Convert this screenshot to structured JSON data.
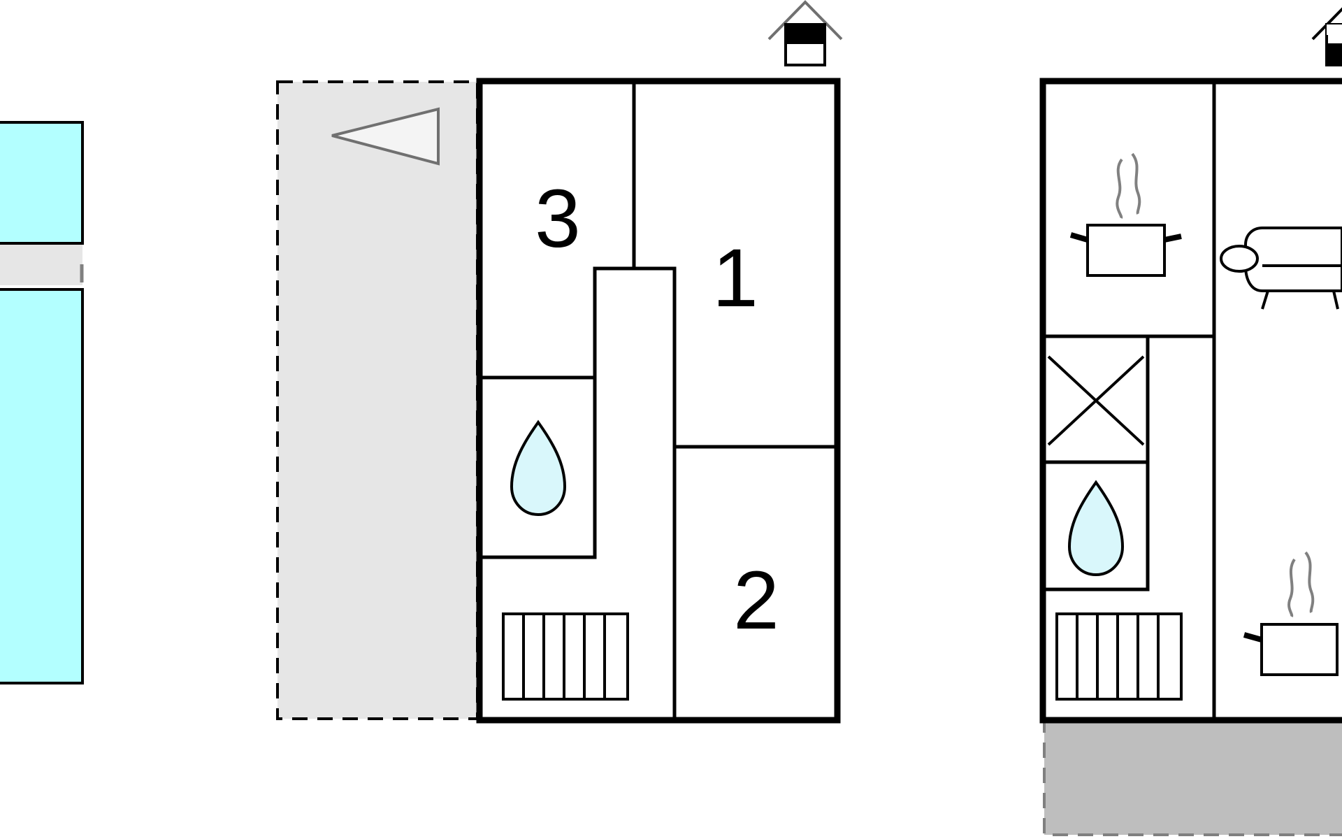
{
  "floor_plan": {
    "rooms": [
      {
        "number": "1"
      },
      {
        "number": "2"
      },
      {
        "number": "3"
      }
    ],
    "icons": [
      "pool",
      "terrace",
      "direction-arrow-icon",
      "entrance-house-icon",
      "bathroom-drop-icon",
      "stairs-icon",
      "cooking-pot-icon",
      "sofa-icon",
      "storage-cross-icon"
    ],
    "colors": {
      "walls": "#000000",
      "water": "#b3ffff",
      "drop_fill": "#d9f7fb",
      "terrace_light": "#e6e6e6",
      "terrace_dark": "#bebebe",
      "symbol_grey": "#707070"
    }
  }
}
